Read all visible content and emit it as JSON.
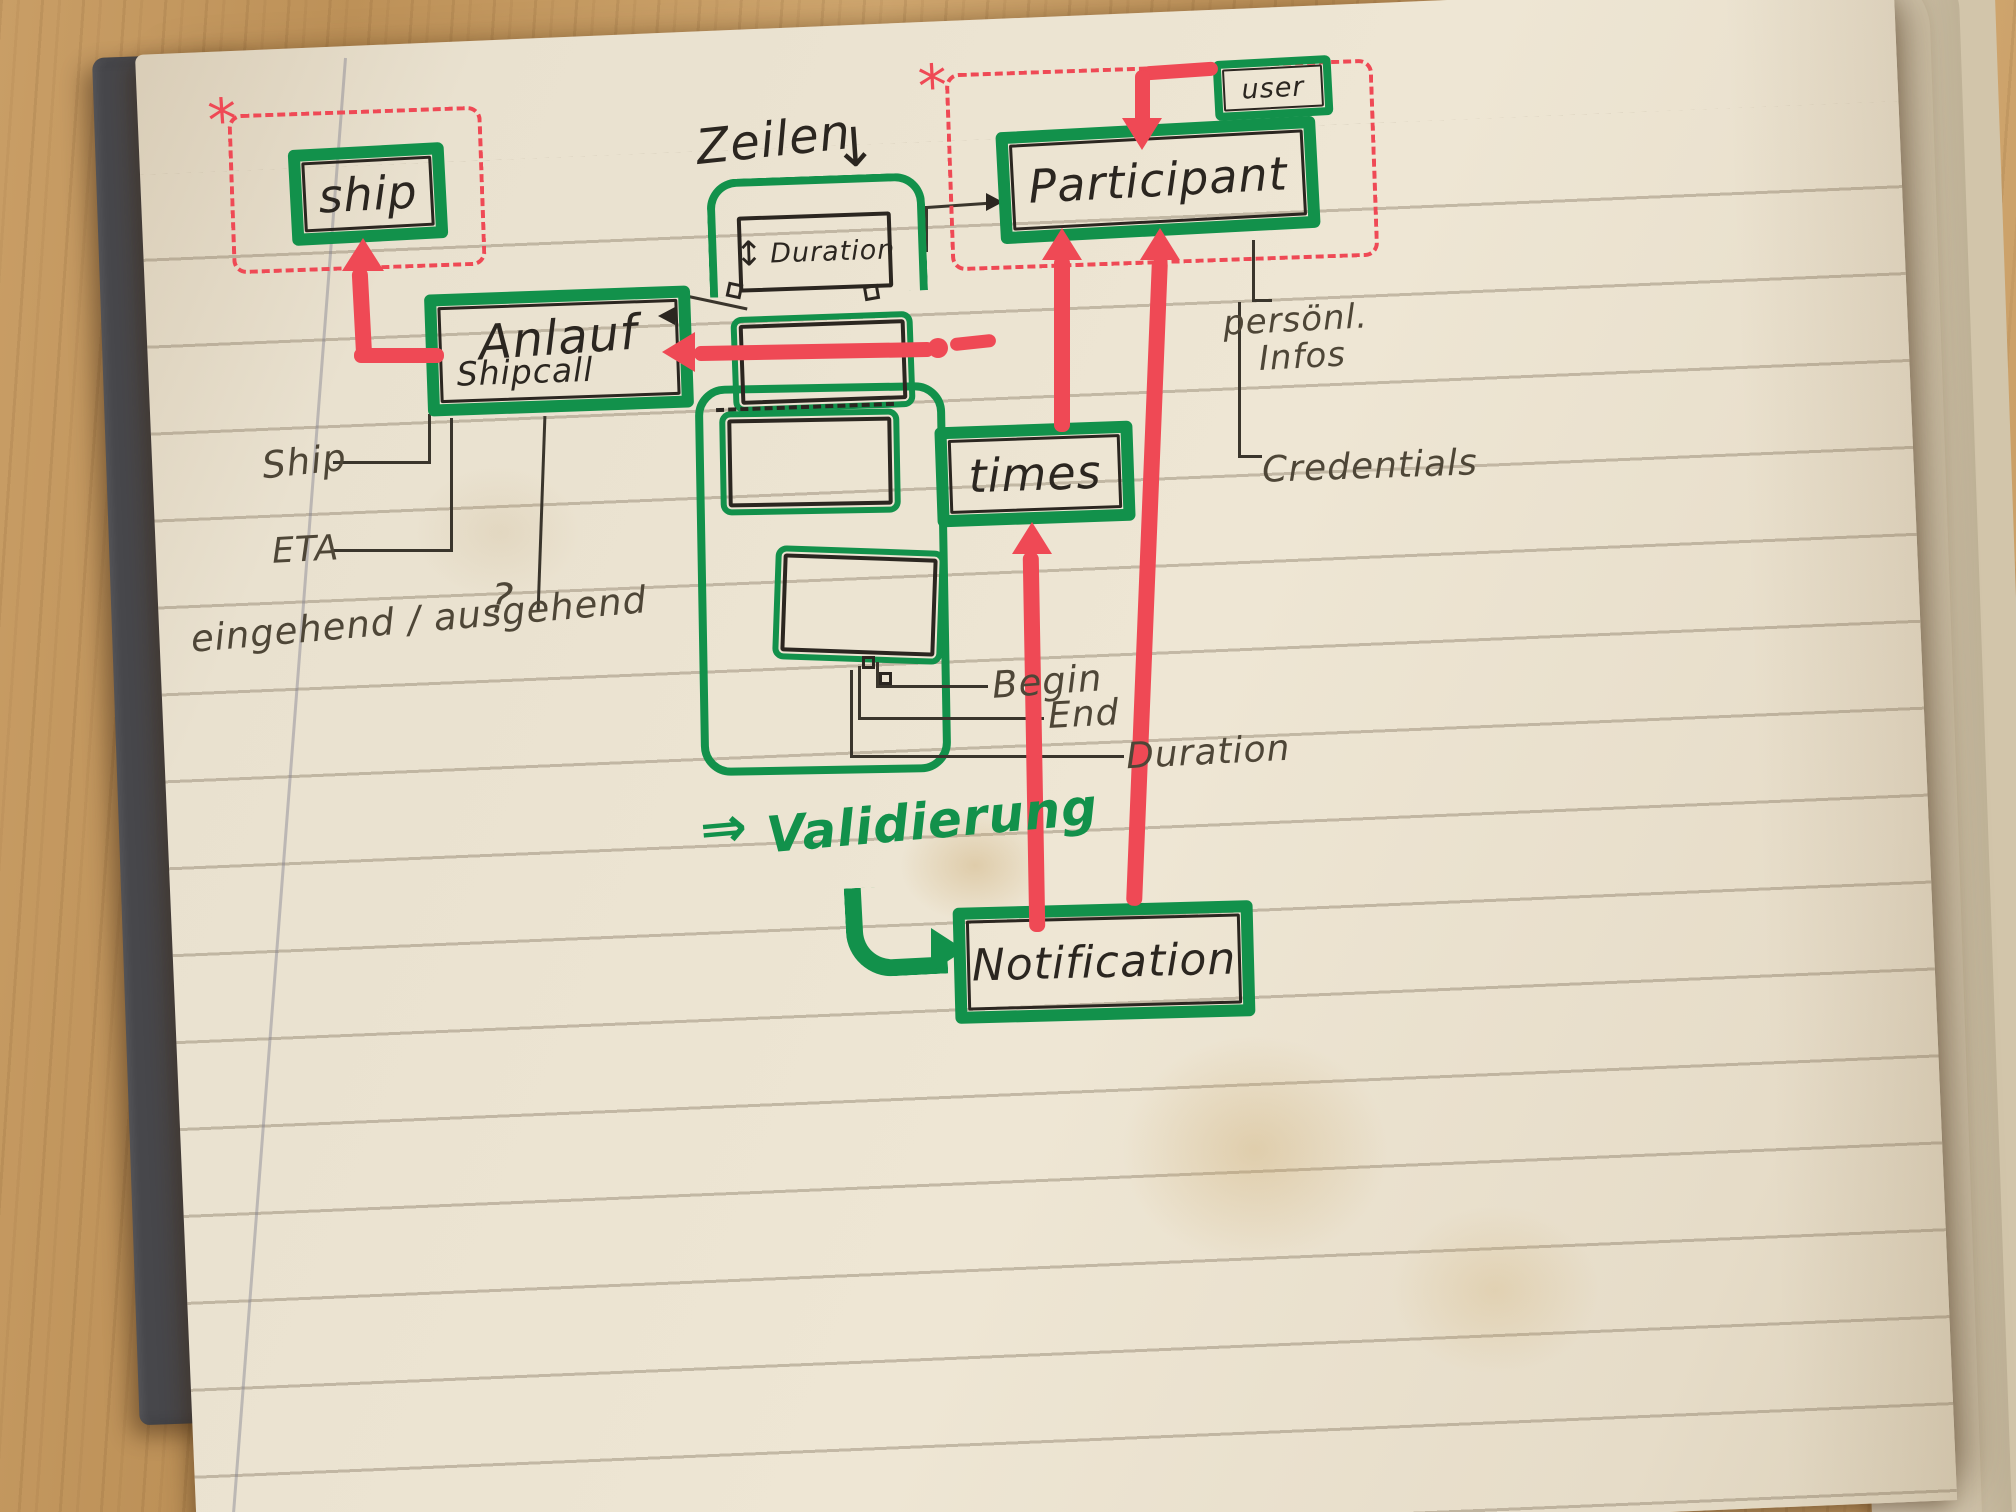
{
  "symbols": {
    "asterisk": "*",
    "down_arrow": "↓",
    "updown_arrow": "↕",
    "implies_arrow": "⇒",
    "question_mark": "?"
  },
  "entities": {
    "ship": {
      "label": "ship"
    },
    "shipcall": {
      "label": "Anlauf",
      "sublabel": "Shipcall"
    },
    "participant": {
      "label": "Participant"
    },
    "user": {
      "label": "user"
    },
    "times": {
      "label": "times"
    },
    "duration_field": {
      "label": "Duration"
    },
    "notification": {
      "label": "Notification"
    }
  },
  "annotations": {
    "rows_note": "Zeilen",
    "ship_attribute": "Ship",
    "eta_attribute": "ETA",
    "inbound_outbound": "eingehend / ausgehend",
    "begin_attribute": "Begin",
    "end_attribute": "End",
    "duration_attribute": "Duration",
    "personal_info_line1": "persönl.",
    "personal_info_line2": "Infos",
    "credentials_attribute": "Credentials",
    "validation_note": "Validierung"
  },
  "colors": {
    "marker_green": "#12914b",
    "marker_red": "#ef4955",
    "pen_ink": "#2b2620",
    "pencil": "#4e4637",
    "page": "#eae2d0"
  }
}
